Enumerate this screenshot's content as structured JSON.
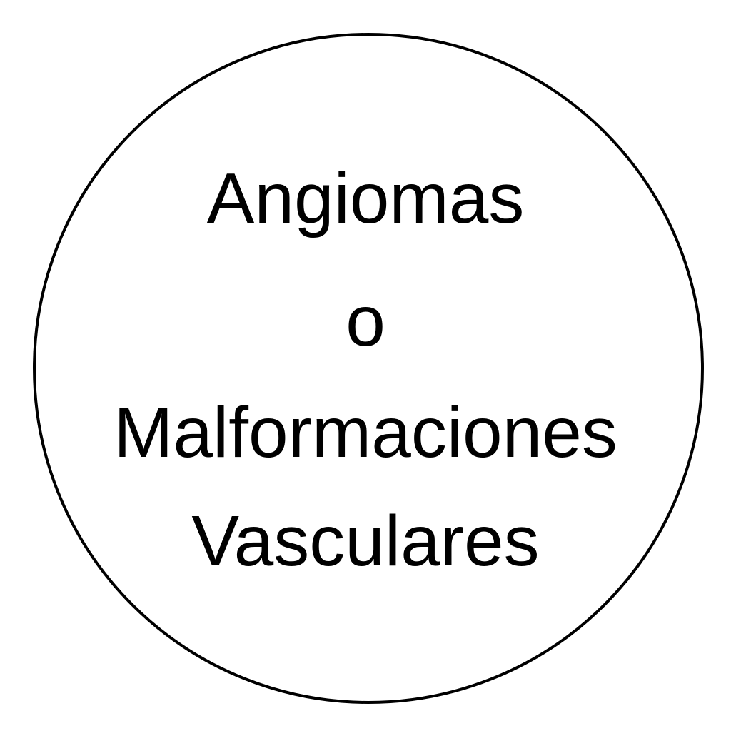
{
  "lines": [
    "Angiomas",
    "o",
    "Malformaciones",
    "Vasculares"
  ],
  "colors": {
    "stroke": "#000000",
    "background": "#ffffff",
    "text": "#000000"
  }
}
